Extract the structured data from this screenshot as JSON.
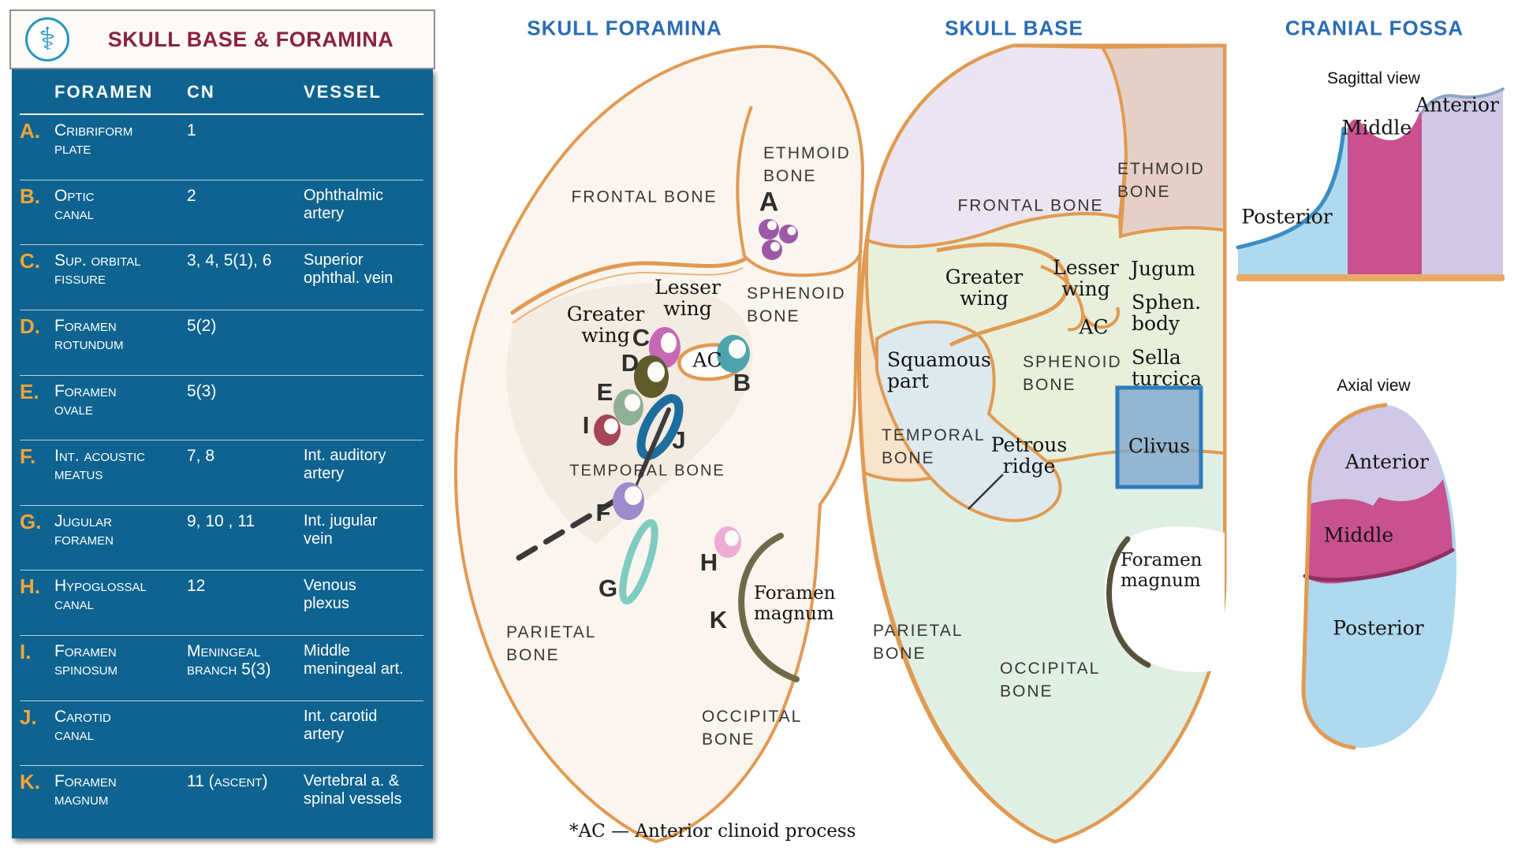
{
  "colors": {
    "table_bg": "#0e6390",
    "accent_letter": "#f2a53a",
    "title_maroon": "#8a2240",
    "panel_title_blue": "#2a6cb5",
    "outline_orange": "#e09a52",
    "skull_fill": "#faf5ee",
    "skull_shade": "#ece3d8",
    "markers": {
      "A": "#9b59a8",
      "B": "#4da4ae",
      "C": "#c569b4",
      "D": "#5f5b2a",
      "E": "#8fb094",
      "F": "#9c8ccc",
      "G": "#7fccc1",
      "H": "#efabd4",
      "I": "#a64459",
      "J": "#1d6e9e",
      "K": "#6f6a4a"
    },
    "base_regions": {
      "frontal": "#ebe5f1",
      "ethmoid": "#e5d0c8",
      "sphenoid": "#e8f0dc",
      "temporal": "#dde9ed",
      "parietal": "#f8e3cb",
      "occipital": "#e0efe3",
      "clivus_fill": "#7fa8cd",
      "clivus_border": "#2e7bbd"
    },
    "fossa": {
      "anterior": "#cfc8e7",
      "middle": "#c9518f",
      "posterior": "#aed9ef"
    }
  },
  "table": {
    "title": "SKULL BASE & FORAMINA",
    "logo_icon": "rod-of-asclepius-icon",
    "logo_glyph": "⚕",
    "columns": [
      "FORAMEN",
      "CN",
      "VESSEL"
    ],
    "rows": [
      {
        "letter": "A.",
        "foramen": "Cribriform\nplate",
        "cn": "1",
        "vessel": ""
      },
      {
        "letter": "B.",
        "foramen": "Optic\ncanal",
        "cn": "2",
        "vessel": "Ophthalmic\nartery"
      },
      {
        "letter": "C.",
        "foramen": "Sup. orbital\nfissure",
        "cn": "3, 4, 5(1), 6",
        "vessel": "Superior\nophthal. vein"
      },
      {
        "letter": "D.",
        "foramen": "Foramen\nrotundum",
        "cn": "5(2)",
        "vessel": ""
      },
      {
        "letter": "E.",
        "foramen": "Foramen\novale",
        "cn": "5(3)",
        "vessel": ""
      },
      {
        "letter": "F.",
        "foramen": "Int. acoustic\nmeatus",
        "cn": "7, 8",
        "vessel": "Int. auditory\nartery"
      },
      {
        "letter": "G.",
        "foramen": "Jugular\nforamen",
        "cn": "9, 10 , 11",
        "vessel": "Int. jugular\nvein"
      },
      {
        "letter": "H.",
        "foramen": "Hypoglossal\ncanal",
        "cn": "12",
        "vessel": "Venous\nplexus"
      },
      {
        "letter": "I.",
        "foramen": "Foramen\nspinosum",
        "cn": "Meningeal\nbranch 5(3)",
        "vessel": "Middle\nmeningeal art."
      },
      {
        "letter": "J.",
        "foramen": "Carotid\ncanal",
        "cn": "",
        "vessel": "Int. carotid\nartery"
      },
      {
        "letter": "K.",
        "foramen": "Foramen\nmagnum",
        "cn": "11 (ascent)",
        "vessel": "Vertebral a. &\nspinal vessels"
      }
    ]
  },
  "foramina": {
    "title": "SKULL FORAMINA",
    "labels": {
      "frontal": "FRONTAL BONE",
      "ethmoid": "ETHMOID\nBONE",
      "sphenoid": "SPHENOID\nBONE",
      "lesser_wing": "Lesser\nwing",
      "greater_wing": "Greater\nwing",
      "ac": "AC",
      "temporal": "TEMPORAL BONE",
      "parietal": "PARIETAL\nBONE",
      "occipital": "OCCIPITAL\nBONE",
      "foramen_magnum": "Foramen\nmagnum"
    },
    "markers": [
      {
        "letter": "A"
      },
      {
        "letter": "B"
      },
      {
        "letter": "C"
      },
      {
        "letter": "D"
      },
      {
        "letter": "E"
      },
      {
        "letter": "F"
      },
      {
        "letter": "G"
      },
      {
        "letter": "H"
      },
      {
        "letter": "I"
      },
      {
        "letter": "J"
      },
      {
        "letter": "K"
      }
    ],
    "footnote": "*AC — Anterior clinoid process"
  },
  "base": {
    "title": "SKULL BASE",
    "labels": {
      "frontal": "FRONTAL BONE",
      "ethmoid": "ETHMOID\nBONE",
      "greater_wing": "Greater\nwing",
      "lesser_wing": "Lesser\nwing",
      "jugum": "Jugum",
      "sphen_body": "Sphen.\nbody",
      "ac": "AC",
      "sella": "Sella\nturcica",
      "sphenoid": "SPHENOID\nBONE",
      "squamous": "Squamous\npart",
      "temporal": "TEMPORAL\nBONE",
      "petrous": "Petrous\nridge",
      "clivus": "Clivus",
      "foramen_magnum": "Foramen\nmagnum",
      "parietal": "PARIETAL\nBONE",
      "occipital": "OCCIPITAL\nBONE"
    }
  },
  "fossa": {
    "title": "CRANIAL FOSSA",
    "sagittal": {
      "heading": "Sagittal view",
      "regions": [
        "Anterior",
        "Middle",
        "Posterior"
      ]
    },
    "axial": {
      "heading": "Axial view",
      "regions": [
        "Anterior",
        "Middle",
        "Posterior"
      ]
    }
  }
}
